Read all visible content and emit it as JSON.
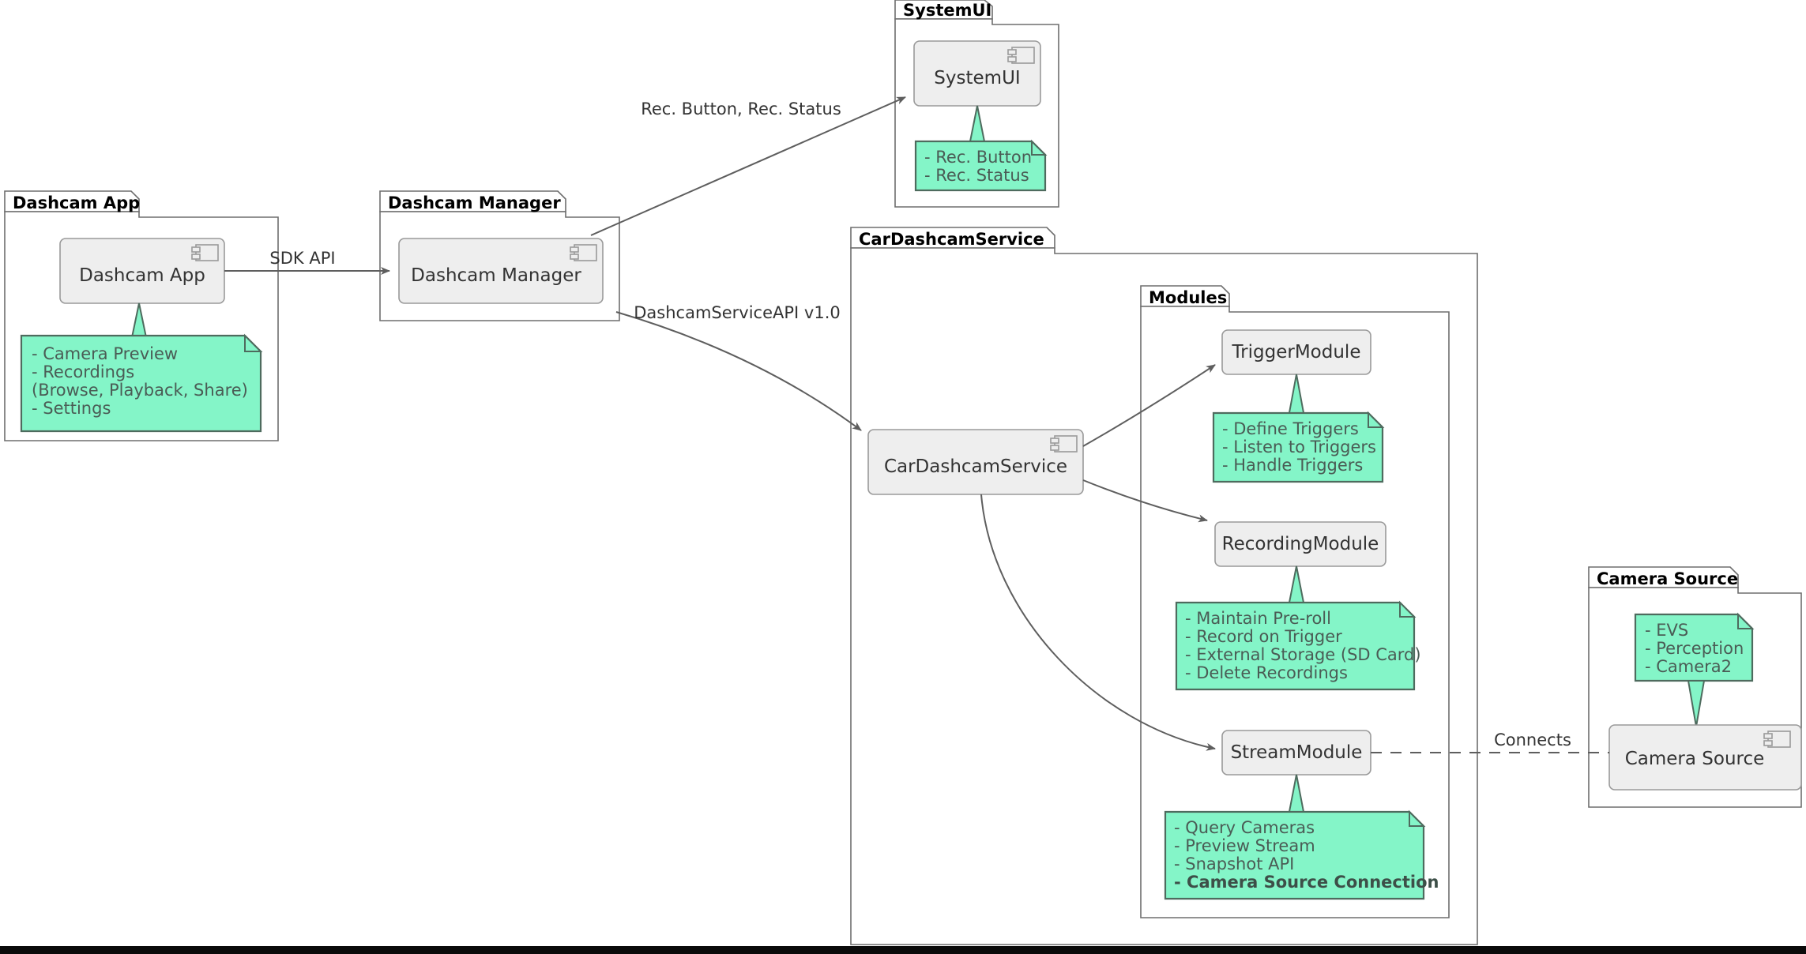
{
  "diagram": {
    "title_hidden": true,
    "colors": {
      "note_fill": "#84F5C8",
      "note_border": "#4E6B5E",
      "component_fill": "#EEEEEE",
      "component_border": "#9A9A9A",
      "package_border": "#6E6E6E",
      "line": "#5E5E5E",
      "text": "#333333",
      "bottom_bar": "#0A0A0A"
    }
  },
  "packages": {
    "dashcam_app": {
      "title": "Dashcam App"
    },
    "dashcam_manager": {
      "title": "Dashcam Manager"
    },
    "system_ui": {
      "title": "SystemUI"
    },
    "car_dashcam_service": {
      "title": "CarDashcamService"
    },
    "modules": {
      "title": "Modules"
    },
    "camera_source": {
      "title": "Camera Source"
    }
  },
  "components": {
    "dashcam_app": {
      "label": "Dashcam App",
      "icon": "component-icon"
    },
    "dashcam_manager": {
      "label": "Dashcam Manager",
      "icon": "component-icon"
    },
    "system_ui": {
      "label": "SystemUI",
      "icon": "component-icon"
    },
    "car_dashcam_service": {
      "label": "CarDashcamService",
      "icon": "component-icon"
    },
    "trigger_module": {
      "label": "TriggerModule",
      "icon": "none"
    },
    "recording_module": {
      "label": "RecordingModule",
      "icon": "none"
    },
    "stream_module": {
      "label": "StreamModule",
      "icon": "none"
    },
    "camera_source": {
      "label": "Camera Source",
      "icon": "component-icon"
    }
  },
  "notes": {
    "dashcam_app": {
      "lines": [
        {
          "text": "- Camera Preview",
          "bold": false
        },
        {
          "text": "- Recordings",
          "bold": false
        },
        {
          "text": "  (Browse, Playback, Share)",
          "bold": false
        },
        {
          "text": "- Settings",
          "bold": false
        }
      ]
    },
    "system_ui": {
      "lines": [
        {
          "text": "- Rec. Button",
          "bold": false
        },
        {
          "text": "- Rec. Status",
          "bold": false
        }
      ]
    },
    "trigger_module": {
      "lines": [
        {
          "text": "- Define Triggers",
          "bold": false
        },
        {
          "text": "- Listen to Triggers",
          "bold": false
        },
        {
          "text": "- Handle Triggers",
          "bold": false
        }
      ]
    },
    "recording_module": {
      "lines": [
        {
          "text": "- Maintain Pre-roll",
          "bold": false
        },
        {
          "text": "- Record on Trigger",
          "bold": false
        },
        {
          "text": "- External Storage (SD Card)",
          "bold": false
        },
        {
          "text": "- Delete Recordings",
          "bold": false
        }
      ]
    },
    "stream_module": {
      "lines": [
        {
          "text": "- Query Cameras",
          "bold": false
        },
        {
          "text": "- Preview Stream",
          "bold": false
        },
        {
          "text": "- Snapshot API",
          "bold": false
        },
        {
          "text": "- Camera Source Connection",
          "bold": true
        }
      ]
    },
    "camera_source": {
      "lines": [
        {
          "text": "- EVS",
          "bold": false
        },
        {
          "text": "- Perception",
          "bold": false
        },
        {
          "text": "- Camera2",
          "bold": false
        }
      ]
    }
  },
  "connectors": {
    "sdk_api": {
      "label": "SDK API",
      "style": "solid-arrow"
    },
    "rec_button_status": {
      "label": "Rec. Button, Rec. Status",
      "style": "solid-arrow"
    },
    "dashcam_service_api": {
      "label": "DashcamServiceAPI v1.0",
      "style": "solid-arrow"
    },
    "to_trigger": {
      "label": "",
      "style": "solid-arrow"
    },
    "to_recording": {
      "label": "",
      "style": "solid-arrow"
    },
    "to_stream": {
      "label": "",
      "style": "solid-arrow-curved"
    },
    "connects": {
      "label": "Connects",
      "style": "dashed"
    }
  }
}
